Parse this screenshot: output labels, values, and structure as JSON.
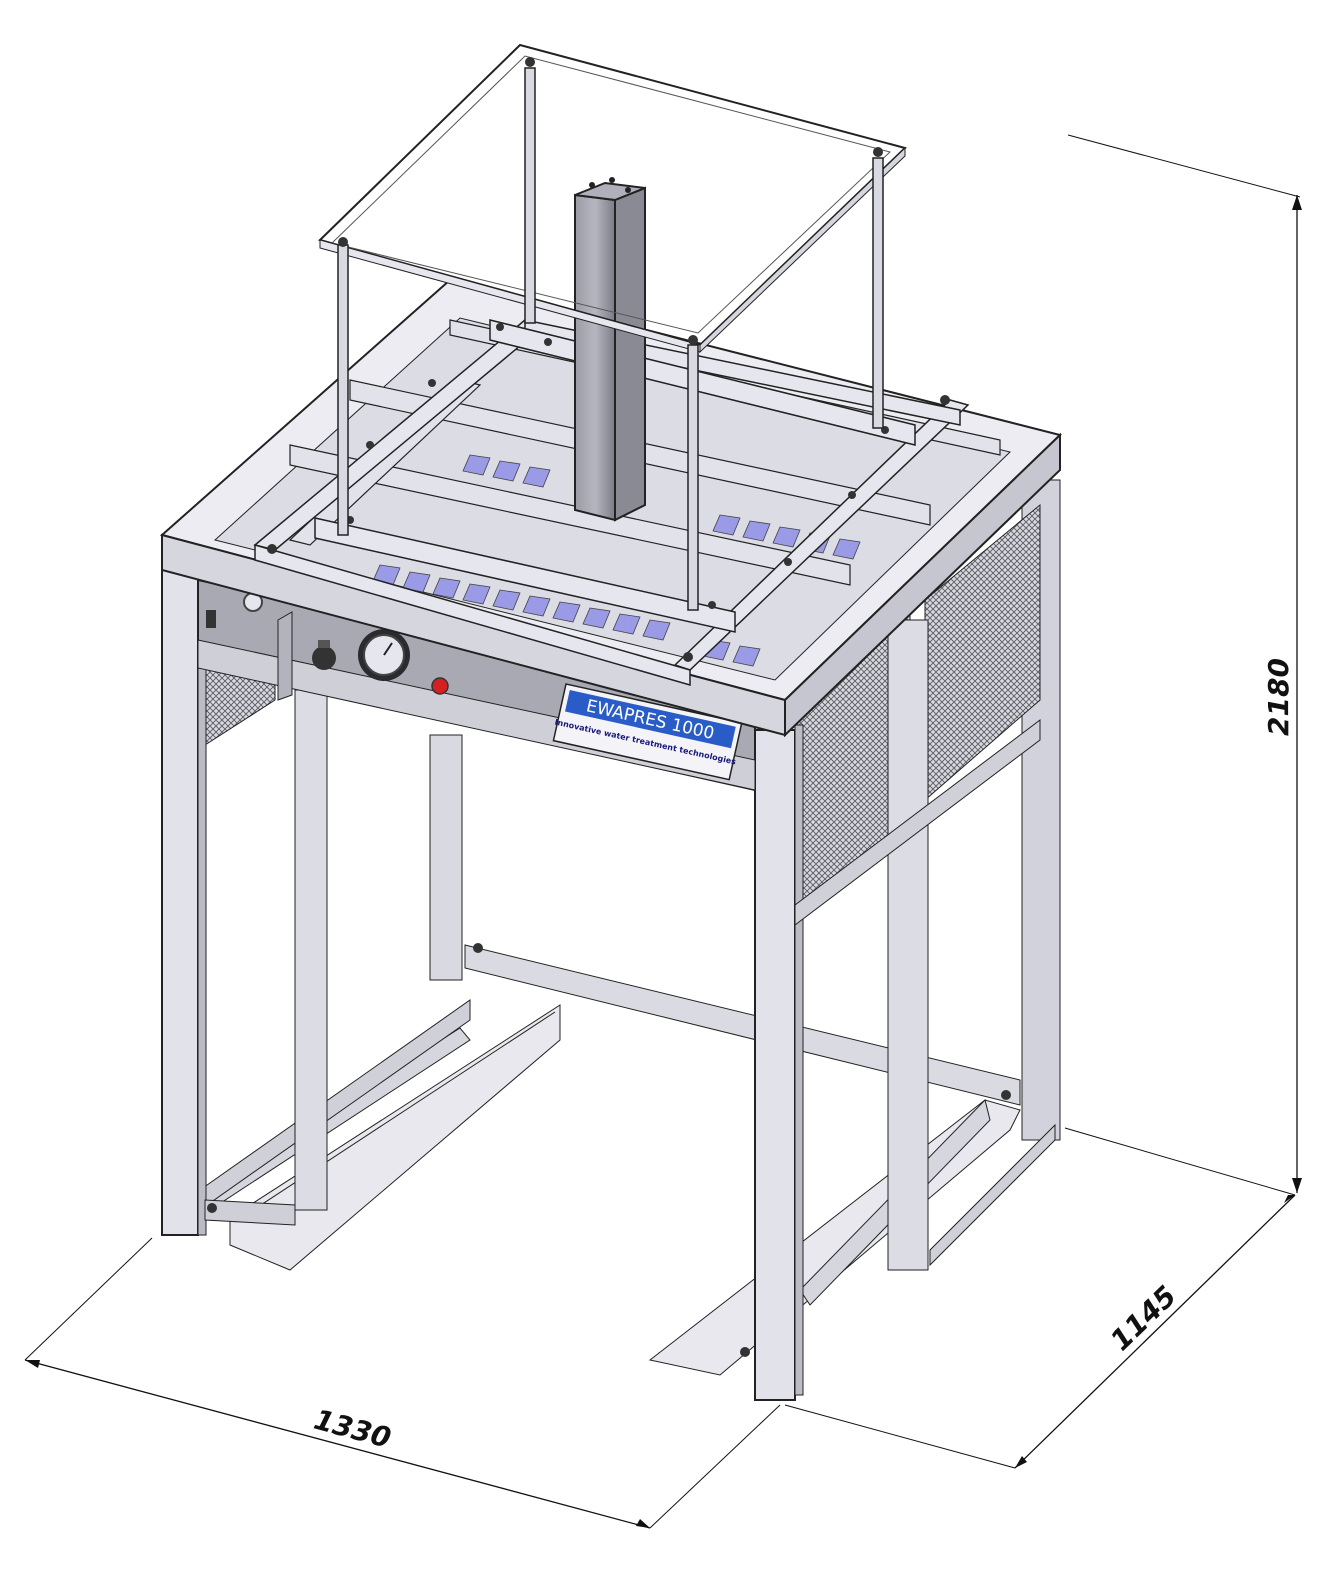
{
  "dimensions": {
    "width": "1330",
    "depth": "1145",
    "height": "2180"
  },
  "nameplate": {
    "title": "EWAPRES 1000",
    "subtitle": "Innovative water treatment technologies"
  },
  "colors": {
    "steel_light": "#e4e4ec",
    "steel_mid": "#c9c9d4",
    "steel_dark": "#8f8f98",
    "panel": "#a8a8b2",
    "mesh": "#6f6f78",
    "roller_blue": "#9a9ae6",
    "nameplate_blue": "#2a5cc8",
    "button_red": "#d42020",
    "outline": "#222222"
  }
}
